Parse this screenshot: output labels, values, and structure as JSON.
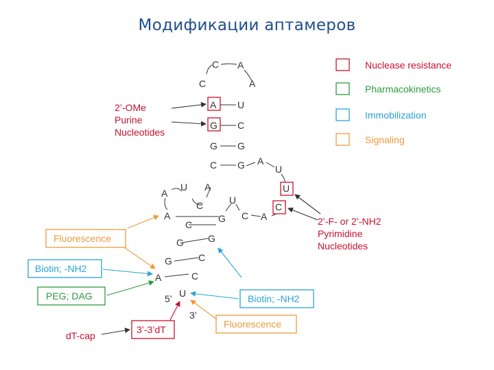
{
  "title": "Модификации аптамеров",
  "colors": {
    "red": "#c8102e",
    "green": "#2e9a3e",
    "blue": "#29a3d4",
    "orange": "#ee9a3a",
    "text": "#333333",
    "title": "#1f4e8c"
  },
  "legend": [
    {
      "label": "Nuclease resistance",
      "color": "red"
    },
    {
      "label": "Pharmacokinetics",
      "color": "green"
    },
    {
      "label": "Immobilization",
      "color": "blue"
    },
    {
      "label": "Signaling",
      "color": "orange"
    }
  ],
  "left_strand": [
    "A",
    "C",
    "G",
    "G",
    "C",
    "A",
    "U",
    "A",
    "C",
    "C",
    "G",
    "G",
    "C",
    "A",
    "A"
  ],
  "right_strand": [
    "U",
    "C",
    "G",
    "G",
    "C",
    "U",
    "A",
    "C",
    "U",
    "G",
    "G",
    "A",
    "U",
    "C",
    "C",
    "A"
  ],
  "highlighted_nucleotides": [
    "A",
    "G",
    "U",
    "C"
  ],
  "end_labels": {
    "five_prime": "5’",
    "three_prime": "3’"
  },
  "annotations": {
    "ome": [
      "2’-OMe",
      "Purine",
      "Nucleotides"
    ],
    "fnh2": [
      "2’-F- or 2’-NH2",
      "Pyrimidine",
      "Nucleotides"
    ],
    "dtcap": "dT-cap"
  },
  "boxes": {
    "fluor_left": "Fluorescence",
    "biotin_left": "Biotin; -NH2",
    "peg": "PEG; DAG",
    "biotin_right": "Biotin; -NH2",
    "fluor_right": "Fluorescence",
    "dt": "3’-3’dT"
  }
}
